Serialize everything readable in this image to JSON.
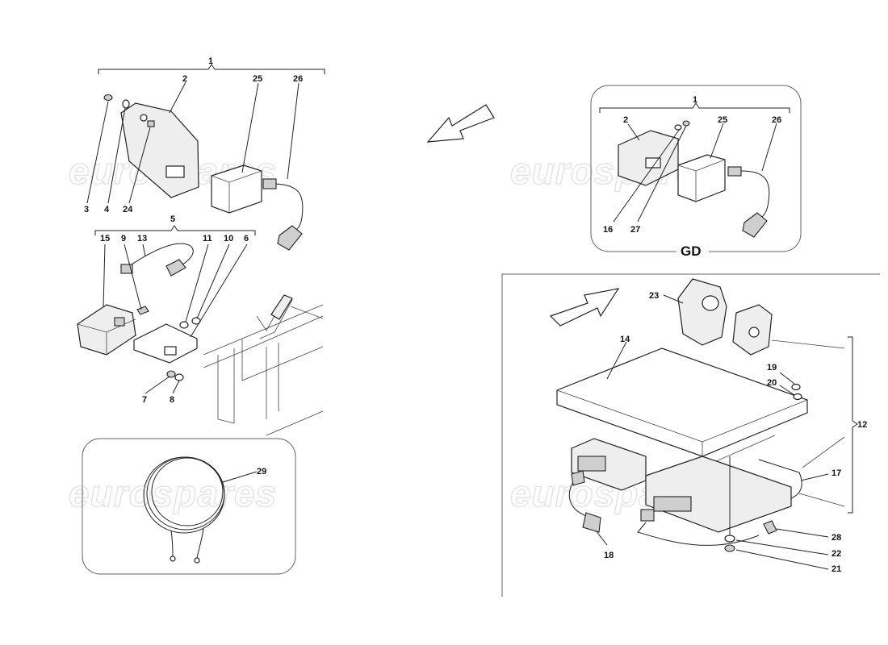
{
  "watermark": "eurospares",
  "inset_label": "GD",
  "callouts": {
    "left_top": {
      "bracket_1": "1",
      "c2": "2",
      "c25": "25",
      "c26": "26",
      "c3": "3",
      "c4": "4",
      "c24": "24"
    },
    "left_mid": {
      "bracket_5": "5",
      "c15": "15",
      "c9": "9",
      "c13": "13",
      "c11": "11",
      "c10": "10",
      "c6": "6",
      "c7": "7",
      "c8": "8"
    },
    "left_bottom": {
      "c29": "29"
    },
    "inset": {
      "bracket_1": "1",
      "c2": "2",
      "c25": "25",
      "c26": "26",
      "c16": "16",
      "c27": "27"
    },
    "right": {
      "c23": "23",
      "c14": "14",
      "c19": "19",
      "c20": "20",
      "c12": "12",
      "c17": "17",
      "c18": "18",
      "c28": "28",
      "c22": "22",
      "c21": "21"
    }
  }
}
